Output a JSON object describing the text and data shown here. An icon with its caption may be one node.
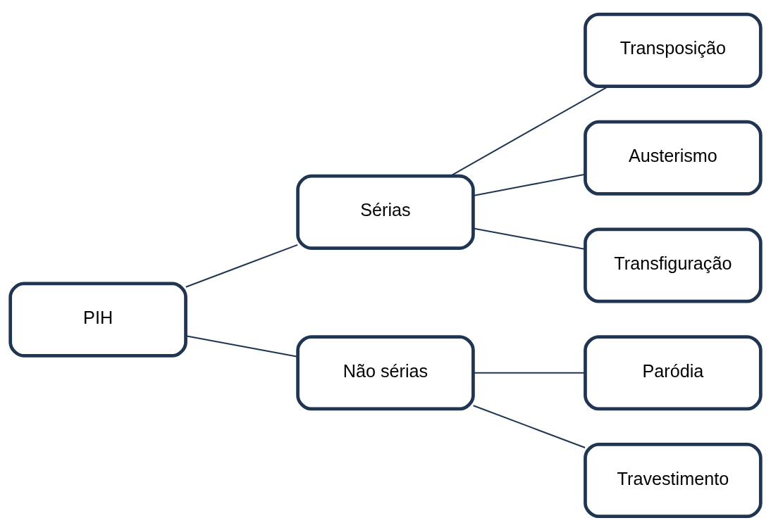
{
  "diagram": {
    "nodes": [
      {
        "text": [
          "PIH"
        ]
      },
      {
        "text": [
          "Sérias"
        ]
      },
      {
        "text": [
          "Não sérias"
        ]
      },
      {
        "text": [
          "Transposição"
        ]
      },
      {
        "text": [
          "Austerismo"
        ]
      },
      {
        "text": [
          "Transfiguração"
        ]
      },
      {
        "text": [
          "Paródia"
        ]
      },
      {
        "text": [
          "Travestimento"
        ]
      }
    ],
    "edges": [
      {
        "from": 0,
        "to": 1,
        "arrow": "none"
      },
      {
        "from": 0,
        "to": 2,
        "arrow": "none"
      },
      {
        "from": 1,
        "to": 3,
        "arrow": "none"
      },
      {
        "from": 1,
        "to": 4,
        "arrow": "none"
      },
      {
        "from": 1,
        "to": 5,
        "arrow": "none"
      },
      {
        "from": 2,
        "to": 6,
        "arrow": "none"
      },
      {
        "from": 2,
        "to": 7,
        "arrow": "none"
      }
    ]
  }
}
